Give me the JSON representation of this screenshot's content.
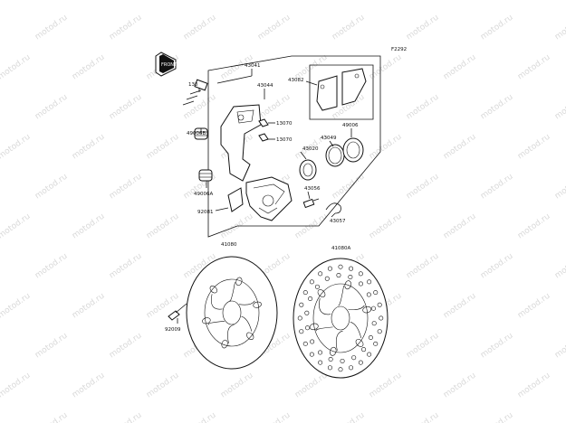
{
  "diagram_code": "F2292",
  "front_marker": "FRONT",
  "watermark_text": "motod.ru",
  "parts": {
    "caliper_assy": "43041",
    "bracket": "43044",
    "pad_set": "43082",
    "bolt": "130",
    "pin_a": "13070",
    "pin_b": "13070",
    "boot_b": "49006B",
    "piston": "43020",
    "seal_a": "43049",
    "seal_b": "49006",
    "bleeder": "43056",
    "clip": "43057",
    "boot_a": "49006A",
    "spring": "92081",
    "disc_left": "41080",
    "disc_right": "41080A",
    "screw": "92009"
  },
  "colors": {
    "line": "#111111",
    "watermark": "#d9d9d9",
    "background": "#ffffff"
  }
}
